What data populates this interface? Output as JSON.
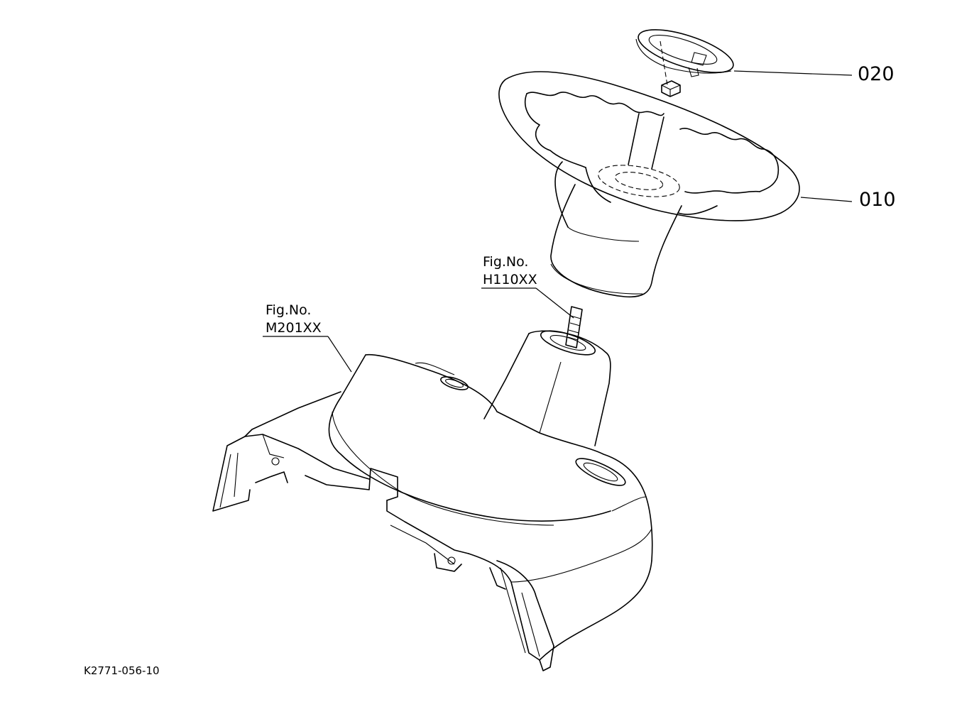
{
  "callouts": {
    "part_020": "020",
    "part_010": "010"
  },
  "figure_refs": {
    "h110": {
      "label": "Fig.No.",
      "number": "H110XX"
    },
    "m201": {
      "label": "Fig.No.",
      "number": "M201XX"
    }
  },
  "drawing_code": "K2771-056-10"
}
